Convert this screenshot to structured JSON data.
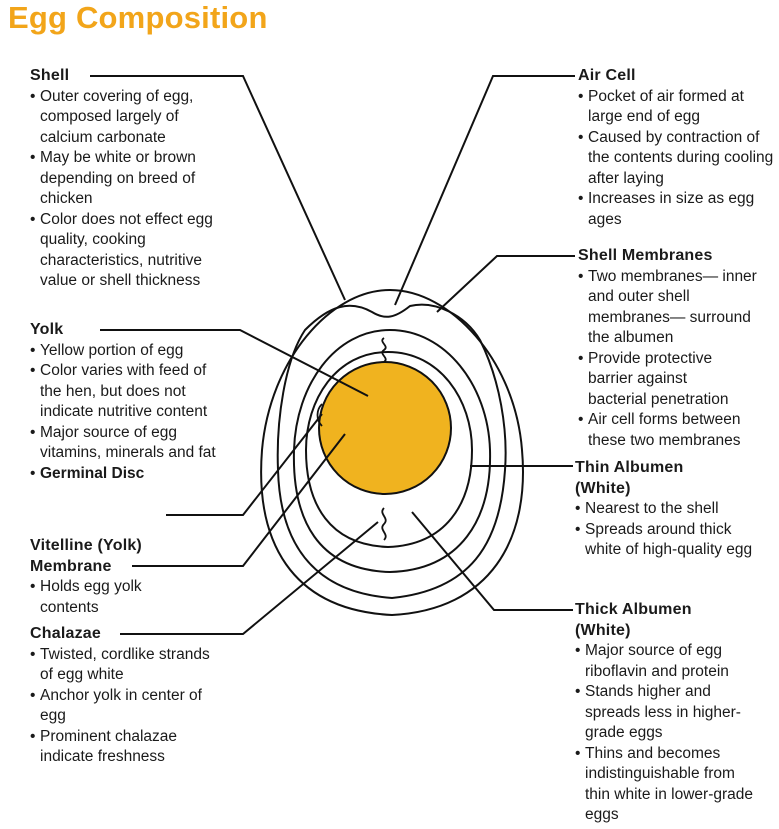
{
  "title": "Egg Composition",
  "colors": {
    "title": "#F2A51A",
    "yolk": "#F0B31F",
    "line": "#111111"
  },
  "left": {
    "shell": {
      "heading": "Shell",
      "bullets": [
        "Outer covering of egg, composed largely of calcium carbonate",
        "May be white or brown depending on breed of chicken",
        "Color does not effect egg quality, cooking characteristics, nutritive value or shell thickness"
      ]
    },
    "yolk": {
      "heading": "Yolk",
      "bullets": [
        "Yellow portion of egg",
        "Color varies with feed of the hen, but does not indicate nutritive content",
        "Major source of egg vitamins, minerals and fat"
      ],
      "germinal": "Germinal Disc"
    },
    "vitelline": {
      "heading_1": "Vitelline (Yolk)",
      "heading_2": "Membrane",
      "bullets": [
        "Holds egg yolk contents"
      ]
    },
    "chalazae": {
      "heading": "Chalazae",
      "bullets": [
        "Twisted, cordlike strands of egg white",
        "Anchor yolk in center of egg",
        "Prominent chalazae indicate freshness"
      ]
    }
  },
  "right": {
    "aircell": {
      "heading": "Air Cell",
      "bullets": [
        "Pocket of air formed at large end of egg",
        "Caused by contraction of the contents during cooling after laying",
        "Increases in size as egg ages"
      ]
    },
    "membranes": {
      "heading": "Shell Membranes",
      "bullets": [
        "Two membranes— inner and outer shell membranes— surround the albumen",
        "Provide protective barrier against bacterial penetration",
        "Air cell forms between these two membranes"
      ]
    },
    "thin": {
      "heading_1": "Thin Albumen",
      "heading_2": "(White)",
      "bullets": [
        "Nearest to the shell",
        "Spreads around thick white of high-quality egg"
      ]
    },
    "thick": {
      "heading_1": "Thick Albumen",
      "heading_2": "(White)",
      "bullets": [
        "Major source of egg riboflavin and protein",
        "Stands higher and spreads less in higher-grade eggs",
        "Thins and becomes indistinguishable from thin white in lower-grade eggs"
      ]
    }
  }
}
